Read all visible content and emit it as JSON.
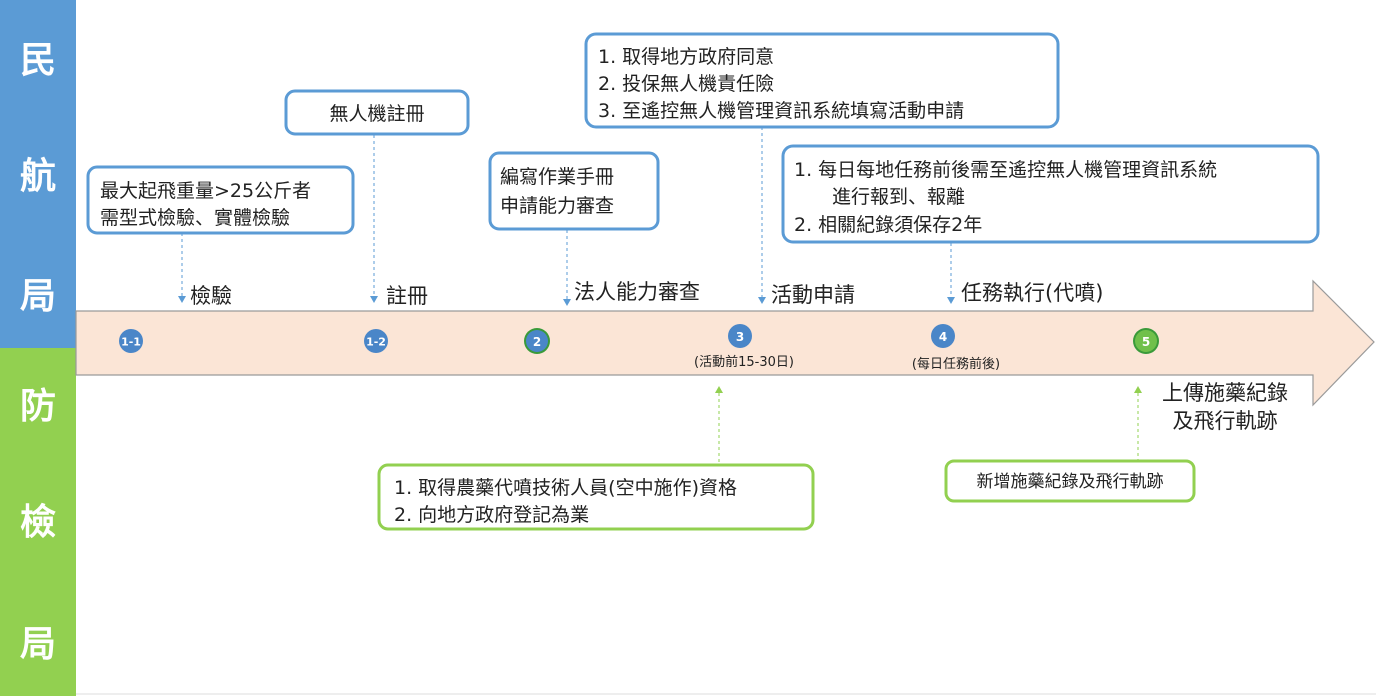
{
  "caa": {
    "chars": [
      "民",
      "航",
      "局"
    ],
    "color": "#5b9bd5"
  },
  "baphiq": {
    "chars": [
      "防",
      "檢",
      "局"
    ],
    "color": "#92d050"
  },
  "timeline": {
    "fill_color": "#fbe5d6",
    "steps": [
      {
        "marker": "1-1",
        "label": "檢驗",
        "note": ""
      },
      {
        "marker": "1-2",
        "label": "註冊",
        "note": ""
      },
      {
        "marker": "2",
        "label": "法人能力審查",
        "note": ""
      },
      {
        "marker": "3",
        "label": "活動申請",
        "note": "(活動前15-30日)"
      },
      {
        "marker": "4",
        "label": "任務執行(代噴)",
        "note": "(每日任務前後)"
      },
      {
        "marker": "5",
        "label": "上傳施藥紀錄",
        "label2": "及飛行軌跡",
        "note": ""
      }
    ]
  },
  "boxes": {
    "weight_check": {
      "lines": [
        "最大起飛重量>25公斤者",
        "需型式檢驗、實體檢驗"
      ]
    },
    "register": {
      "lines": [
        "無人機註冊"
      ]
    },
    "manual": {
      "lines": [
        "編寫作業手冊",
        "申請能力審查"
      ]
    },
    "activity": {
      "lines": [
        "1.   取得地方政府同意",
        "2.   投保無人機責任險",
        "3.   至遙控無人機管理資訊系統填寫活動申請"
      ]
    },
    "mission": {
      "lines": [
        "1.   每日每地任務前後需至遙控無人機管理資訊系統",
        "進行報到、報離",
        "2.   相關紀錄須保存2年"
      ]
    },
    "qualification": {
      "lines": [
        "1. 取得農藥代噴技術人員(空中施作)資格",
        "2. 向地方政府登記為業"
      ]
    },
    "upload": {
      "lines": [
        "新增施藥紀錄及飛行軌跡"
      ]
    }
  },
  "colors": {
    "blue_border": "#5b9bd5",
    "green_border": "#92d050",
    "marker_blue": "#4a86c8",
    "marker_green_fill": "#70c04b",
    "marker_green_ring": "#3a9a3a",
    "arrow_outline": "#9a9a9a"
  }
}
